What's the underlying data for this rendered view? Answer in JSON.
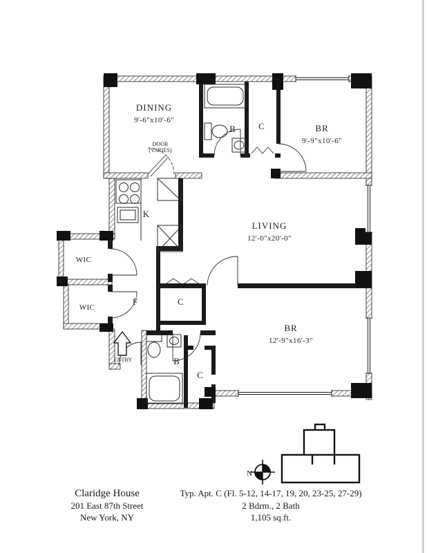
{
  "plan": {
    "rooms": {
      "dining": {
        "label": "DINING",
        "dims": "9'-6\"x10'-6\""
      },
      "bath_top": {
        "label": "B"
      },
      "closet_top": {
        "label": "C"
      },
      "br_top": {
        "label": "BR",
        "dims": "9'-9\"x10'-6\""
      },
      "kitchen": {
        "label": "K"
      },
      "living": {
        "label": "LIVING",
        "dims": "12'-0\"x20'-0\""
      },
      "wic_upper": {
        "label": "WIC"
      },
      "wic_lower": {
        "label": "WIC"
      },
      "foyer": {
        "label": "F"
      },
      "closet_hall": {
        "label": "C"
      },
      "br_lower": {
        "label": "BR",
        "dims": "12'-9\"x16'-3\""
      },
      "bath_lower": {
        "label": "B"
      },
      "closet_lower": {
        "label": "C"
      },
      "entry": {
        "label": "ENTRY"
      }
    },
    "door_note": {
      "line1": "DOOR",
      "line2": "(VARIES)"
    },
    "compass": {
      "label": "N"
    }
  },
  "footer": {
    "building": {
      "name": "Claridge House",
      "address": "201 East 87th Street",
      "city": "New York, NY"
    },
    "unit": {
      "line1": "Typ. Apt. C (Fl. 5-12, 14-17, 19, 20, 23-25, 27-29)",
      "line2": "2 Bdrm., 2 Bath",
      "line3": "1,105 sq.ft."
    }
  },
  "colors": {
    "wall": "#1a1a1a",
    "hatch": "#6e6e6e",
    "paper": "#ffffff"
  }
}
